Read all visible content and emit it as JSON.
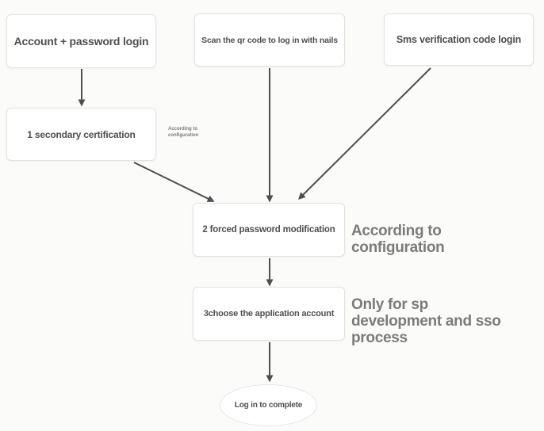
{
  "diagram": {
    "type": "flowchart",
    "nodes": [
      {
        "id": "account-login",
        "shape": "rect",
        "label": "Account + password login"
      },
      {
        "id": "qr-login",
        "shape": "rect",
        "label": "Scan the qr code to log in with nails"
      },
      {
        "id": "sms-login",
        "shape": "rect",
        "label": "Sms verification code login"
      },
      {
        "id": "secondary-certification",
        "shape": "rect",
        "label": "1 secondary certification"
      },
      {
        "id": "forced-password-modification",
        "shape": "rect",
        "label": "2 forced password modification"
      },
      {
        "id": "choose-application-account",
        "shape": "rect",
        "label": "3choose the application account"
      },
      {
        "id": "login-complete",
        "shape": "ellipse",
        "label": "Log in to complete"
      }
    ],
    "edges": [
      {
        "from": "account-login",
        "to": "secondary-certification"
      },
      {
        "from": "qr-login",
        "to": "forced-password-modification"
      },
      {
        "from": "sms-login",
        "to": "forced-password-modification"
      },
      {
        "from": "secondary-certification",
        "to": "forced-password-modification"
      },
      {
        "from": "forced-password-modification",
        "to": "choose-application-account"
      },
      {
        "from": "choose-application-account",
        "to": "login-complete"
      }
    ],
    "annotations": {
      "small_note": "According to configuration",
      "config_note": "According to configuration",
      "sso_note": "Only for sp development and sso process"
    },
    "colors": {
      "background": "#fbfbf9",
      "node_fill": "#ffffff",
      "node_border": "#e2e2df",
      "node_text": "#4f4f4f",
      "arrow": "#4f4f4f",
      "annotation_text": "#7b7b7b"
    }
  }
}
